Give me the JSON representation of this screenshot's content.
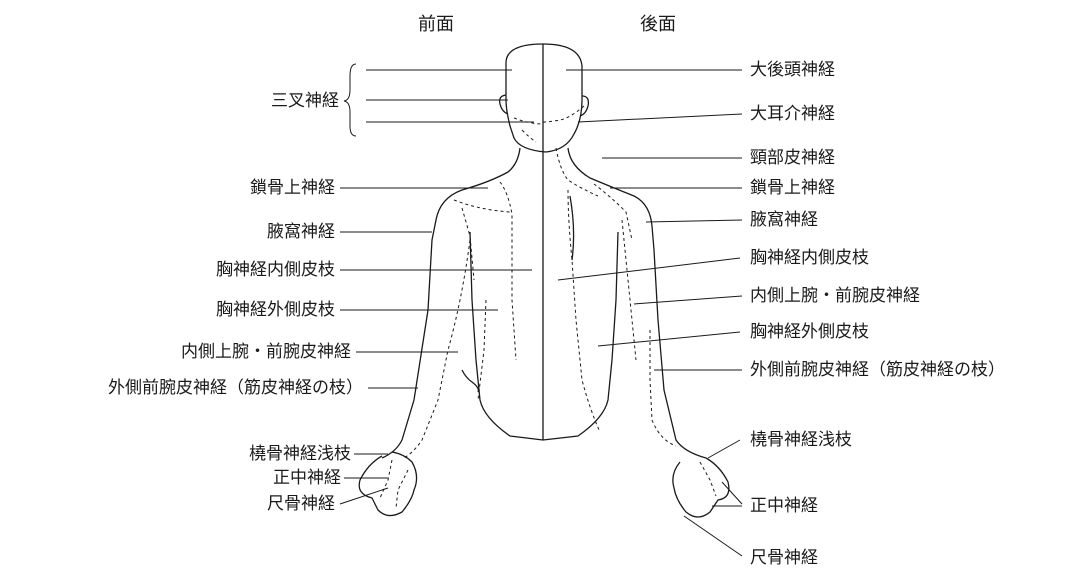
{
  "headers": {
    "front": "前面",
    "back": "後面"
  },
  "left_labels": {
    "trigeminal": "三叉神経",
    "supraclavicular": "鎖骨上神経",
    "axillary": "腋窩神経",
    "medial_pectoral": "胸神経内側皮枝",
    "lateral_pectoral": "胸神経外側皮枝",
    "medial_brachial": "内側上腕・前腕皮神経",
    "lateral_antebrachial": "外側前腕皮神経（筋皮神経の枝）",
    "radial_superficial": "橈骨神経浅枝",
    "median": "正中神経",
    "ulnar": "尺骨神経"
  },
  "right_labels": {
    "greater_occipital": "大後頭神経",
    "great_auricular": "大耳介神経",
    "transverse_cervical": "頸部皮神経",
    "supraclavicular": "鎖骨上神経",
    "axillary": "腋窩神経",
    "medial_pectoral": "胸神経内側皮枝",
    "medial_brachial": "内側上腕・前腕皮神経",
    "lateral_pectoral": "胸神経外側皮枝",
    "lateral_antebrachial": "外側前腕皮神経（筋皮神経の枝）",
    "radial_superficial": "橈骨神経浅枝",
    "median": "正中神経",
    "ulnar": "尺骨神経"
  }
}
